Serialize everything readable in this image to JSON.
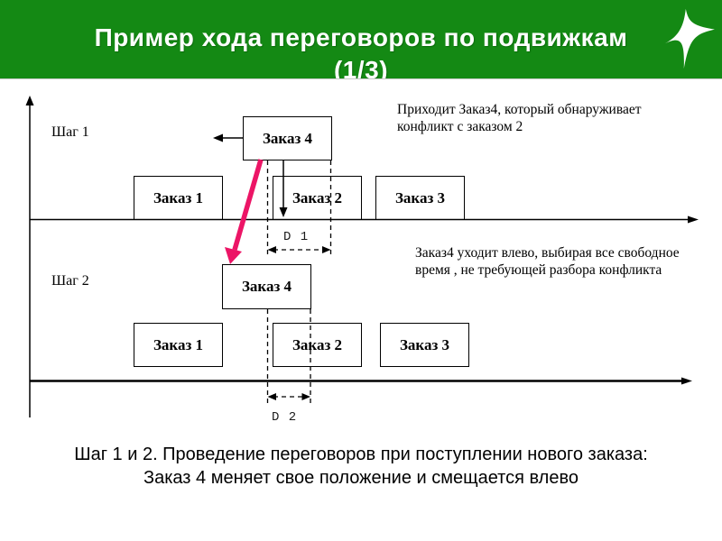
{
  "slide": {
    "title": "Пример хода переговоров по подвижкам (1/3)",
    "title_line1": "Пример хода переговоров по подвижкам",
    "title_line2": "(1/3)"
  },
  "colors": {
    "header_green": "#148914",
    "title_text": "#ffffff",
    "move_arrow_pink": "#ec1566",
    "diagram_line": "#000000"
  },
  "logo": {
    "name": "spark-star-logo"
  },
  "diagram": {
    "step1": {
      "label": "Шаг 1",
      "annotation": "Приходит Заказ4, который обнаруживает конфликт с заказом 2",
      "boxes": [
        {
          "label": "Заказ 1"
        },
        {
          "label": "Заказ 2"
        },
        {
          "label": "Заказ 3"
        },
        {
          "label": "Заказ 4"
        }
      ],
      "dimension_label": "D 1"
    },
    "step2": {
      "label": "Шаг 2",
      "annotation": "Заказ4 уходит влево, выбирая все свободное время , не требующей разбора конфликта",
      "boxes": [
        {
          "label": "Заказ 1"
        },
        {
          "label": "Заказ 2"
        },
        {
          "label": "Заказ 3"
        },
        {
          "label": "Заказ 4"
        }
      ],
      "dimension_label": "D 2"
    }
  },
  "caption": {
    "line1": "Шаг 1 и 2. Проведение переговоров при поступлении нового заказа:",
    "line2": "Заказ 4 меняет свое положение и смещается влево"
  }
}
